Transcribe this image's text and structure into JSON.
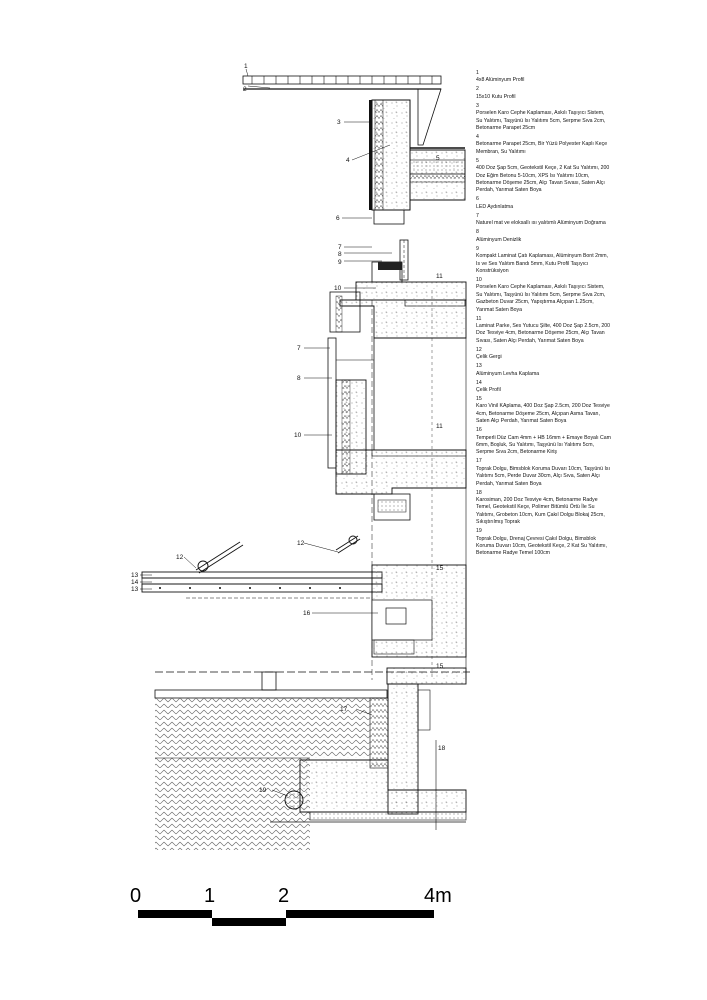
{
  "callouts": {
    "c1": "1",
    "c2": "2",
    "c3": "3",
    "c4": "4",
    "c5": "5",
    "c6": "6",
    "c7": "7",
    "c8": "8",
    "c9": "9",
    "c10": "10",
    "c11": "11",
    "c12": "12",
    "c13": "13",
    "c14": "14",
    "c15": "15",
    "c16": "16",
    "c17": "17",
    "c18": "18",
    "c19": "19"
  },
  "legend": [
    {
      "num": "1",
      "text": "4x8 Alüminyum Profil"
    },
    {
      "num": "2",
      "text": "15x10 Kutu Profil"
    },
    {
      "num": "3",
      "text": "Porselen Karo Cephe Kaplaması, Askılı Taşıyıcı Sistem, Su Yalıtımı, Taşyünü Isı Yalıtımı 5cm, Serpme Sıva 2cm, Betonarme Parapet 25cm"
    },
    {
      "num": "4",
      "text": "Betonarme Parapet 25cm, Bir Yüzü Polyester Kaplı Keçe Membran, Su Yalıtımı"
    },
    {
      "num": "5",
      "text": "400 Doz Şap 5cm, Geotekstil Keçe, 2 Kat Su Yalıtımı, 200 Doz Eğim Betonu 5-10cm, XPS Isı Yalıtımı 10cm, Betonarme Döşeme 25cm, Alçı Tavan Sıvası, Saten Alçı Perdah, Yarımat Saten Boya"
    },
    {
      "num": "6",
      "text": "LED Aydınlatma"
    },
    {
      "num": "7",
      "text": "Naturel mat ve eloksallı ısı yalıtımlı Alüminyum Doğrama"
    },
    {
      "num": "8",
      "text": "Alüminyum Denizlik"
    },
    {
      "num": "9",
      "text": "Kompakt Laminat Çatı Kaplaması, Alüminyum Bont 2mm, Is ve Ses Yalıtım Bandı 5mm, Kutu Profil Taşıyıcı Konstrüksiyon"
    },
    {
      "num": "10",
      "text": "Porselen Karo Cephe Kaplaması, Askılı Taşıyıcı Sistem, Su Yalıtımı, Taşyünü Isı Yalıtımı 5cm, Serpme Sıva 2cm, Gazbeton Duvar 25cm, Yapıştırma Alçıpan 1.25cm, Yarımat Saten Boya"
    },
    {
      "num": "11",
      "text": "Laminat Parke, Ses Yutucu Şilte, 400 Doz Şap 2.5cm, 200 Doz Tesviye 4cm, Betonarme Döşeme 25cm, Alçı Tavan Sıvası, Saten Alçı Perdah, Yarımat Saten Boya"
    },
    {
      "num": "12",
      "text": "Çelik Gergi"
    },
    {
      "num": "13",
      "text": "Alüminyum Levha Kaplama"
    },
    {
      "num": "14",
      "text": "Çelik Profil"
    },
    {
      "num": "15",
      "text": "Karo Vinil KAplama, 400 Doz Şap 2.5cm, 200 Doz Tesviye 4cm, Betonarme Döşeme 25cm, Alçıpan Asma Tavan, Saten Alçı Perdah, Yarımat Saten Boya"
    },
    {
      "num": "16",
      "text": "Temperli Düz Cam 4mm + HB 16mm + Emaye Boyalı Cam 6mm, Boşluk, Su Yalıtımı, Taşyünü Isı Yalıtımı 5cm, Serpme Sıva 2cm, Betonarme Kiriş"
    },
    {
      "num": "17",
      "text": "Toprak Dolgu, Bimsblok Koruma Duvarı 10cm, Taşyünü Isı Yalıtımı 5cm, Perde Duvar 30cm, Alçı Sıva, Saten Alçı Perdah, Yarımat Saten Boya"
    },
    {
      "num": "18",
      "text": "Karosiman, 200 Doz Tesviye 4cm, Betonarme Radye Temel, Geotekstil Keçe, Polimer Bitümlü Örtü İle Su Yalıtımı, Grobeton 10cm, Kum Çakıl Dolgu Blokaj 25cm, Sıkıştırılmış Toprak"
    },
    {
      "num": "19",
      "text": "Toprak Dolgu, Drenaj Çevresi Çakıl Dolgu, Bimsblok Koruma Duvarı 10cm, Geotekstil Keçe, 2 Kat Su Yalıtımı, Betonarme Radye Temel 100cm"
    }
  ],
  "scale": {
    "l0": "0",
    "l1": "1",
    "l2": "2",
    "l4": "4m"
  }
}
